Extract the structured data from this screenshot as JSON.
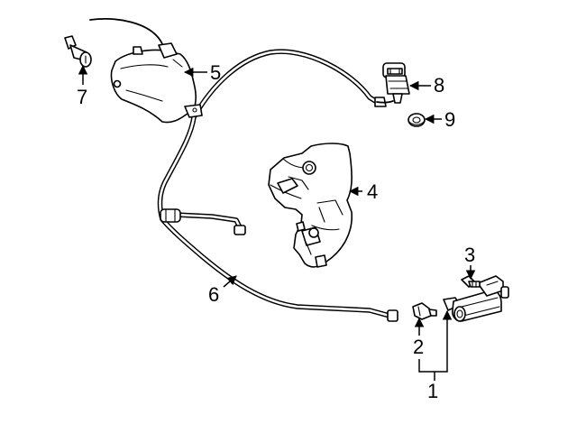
{
  "callouts": [
    {
      "key": "c1",
      "label": "1"
    },
    {
      "key": "c2",
      "label": "2"
    },
    {
      "key": "c3",
      "label": "3"
    },
    {
      "key": "c4",
      "label": "4"
    },
    {
      "key": "c5",
      "label": "5"
    },
    {
      "key": "c6",
      "label": "6"
    },
    {
      "key": "c7",
      "label": "7"
    },
    {
      "key": "c8",
      "label": "8"
    },
    {
      "key": "c9",
      "label": "9"
    }
  ]
}
